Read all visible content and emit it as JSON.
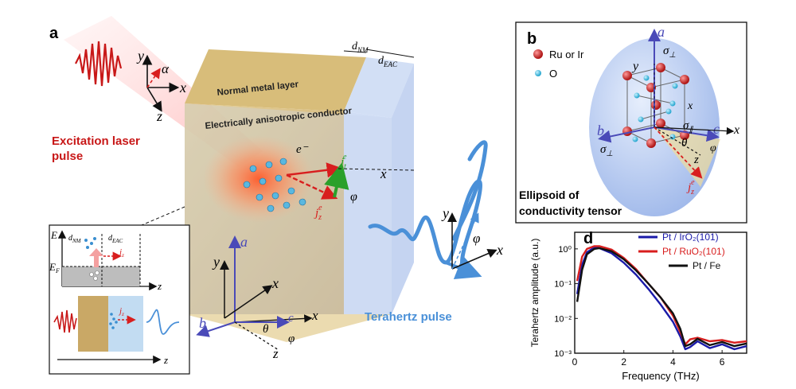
{
  "panel_a": {
    "label": "a",
    "excitation_label_line1": "Excitation laser",
    "excitation_label_line2": "pulse",
    "terahertz_label": "Terahertz pulse",
    "nm_layer": "Normal metal layer",
    "eac_layer": "Electrically anisotropic conductor",
    "d_nm": "d",
    "d_nm_sub": "NM",
    "d_eac": "d",
    "d_eac_sub": "EAC",
    "electron": "e⁻",
    "jt": "j",
    "jt_sub": "t",
    "jt_sup": "e",
    "jz": "j",
    "jz_sub": "z",
    "jz_sup": "e",
    "phi": "φ",
    "theta": "θ",
    "alpha": "α",
    "axis_x": "x",
    "axis_y": "y",
    "axis_z": "z",
    "axis_a": "a",
    "axis_b": "b",
    "axis_c": "c",
    "inset_E": "E",
    "inset_EF": "E",
    "inset_EF_sub": "F",
    "inset_z": "z"
  },
  "panel_b": {
    "label": "b",
    "legend_ru": "Ru or Ir",
    "legend_o": "O",
    "caption_line1": "Ellipsoid of",
    "caption_line2": "conductivity tensor",
    "sigma_perp": "σ",
    "sigma_perp_sub": "⊥",
    "sigma_par_sub": "∥",
    "axis_a": "a",
    "axis_b": "b",
    "axis_c": "c",
    "axis_x": "x",
    "axis_y": "y",
    "axis_z": "z",
    "theta": "θ",
    "phi": "φ",
    "colors": {
      "ru": "#d42a2a",
      "o": "#3cc0e0",
      "ellipsoid": "#a9c2ee"
    }
  },
  "panel_d": {
    "label": "d",
    "chart_data": {
      "type": "line",
      "xlabel": "Frequency (THz)",
      "ylabel": "Terahertz amplitude (a.u.)",
      "xlim": [
        0,
        7
      ],
      "ylim": [
        0.001,
        3
      ],
      "yscale": "log",
      "xticks": [
        "0",
        "2",
        "4",
        "6"
      ],
      "yticks": [
        "10⁰",
        "10⁻¹",
        "10⁻²",
        "10⁻³"
      ],
      "legend_position": "top-right",
      "series": [
        {
          "name": "Pt / IrO₂(101)",
          "color": "#1a1aa8",
          "x": [
            0.1,
            0.3,
            0.5,
            0.8,
            1.0,
            1.5,
            2.0,
            2.5,
            3.0,
            3.5,
            4.0,
            4.3,
            4.5,
            4.7,
            5.0,
            5.5,
            6.0,
            6.5,
            7.0
          ],
          "y": [
            0.05,
            0.35,
            0.8,
            1.1,
            1.05,
            0.75,
            0.4,
            0.18,
            0.07,
            0.025,
            0.008,
            0.003,
            0.0013,
            0.0015,
            0.0022,
            0.0014,
            0.0018,
            0.0013,
            0.0016
          ]
        },
        {
          "name": "Pt / RuO₂(101)",
          "color": "#d81e1e",
          "x": [
            0.1,
            0.3,
            0.5,
            0.8,
            1.0,
            1.5,
            2.0,
            2.5,
            3.0,
            3.5,
            4.0,
            4.3,
            4.5,
            4.7,
            5.0,
            5.5,
            6.0,
            6.5,
            7.0
          ],
          "y": [
            0.12,
            0.6,
            1.0,
            1.2,
            1.2,
            0.95,
            0.55,
            0.26,
            0.1,
            0.04,
            0.012,
            0.004,
            0.0018,
            0.0025,
            0.0028,
            0.0022,
            0.0024,
            0.002,
            0.0022
          ]
        },
        {
          "name": "Pt / Fe",
          "color": "#111111",
          "x": [
            0.1,
            0.3,
            0.5,
            0.8,
            1.0,
            1.5,
            2.0,
            2.5,
            3.0,
            3.5,
            4.0,
            4.3,
            4.5,
            4.7,
            5.0,
            5.5,
            6.0,
            6.5,
            7.0
          ],
          "y": [
            0.03,
            0.25,
            0.7,
            1.0,
            1.05,
            0.85,
            0.5,
            0.24,
            0.1,
            0.04,
            0.014,
            0.005,
            0.0016,
            0.0018,
            0.0026,
            0.0017,
            0.0021,
            0.0016,
            0.0019
          ]
        }
      ]
    }
  }
}
